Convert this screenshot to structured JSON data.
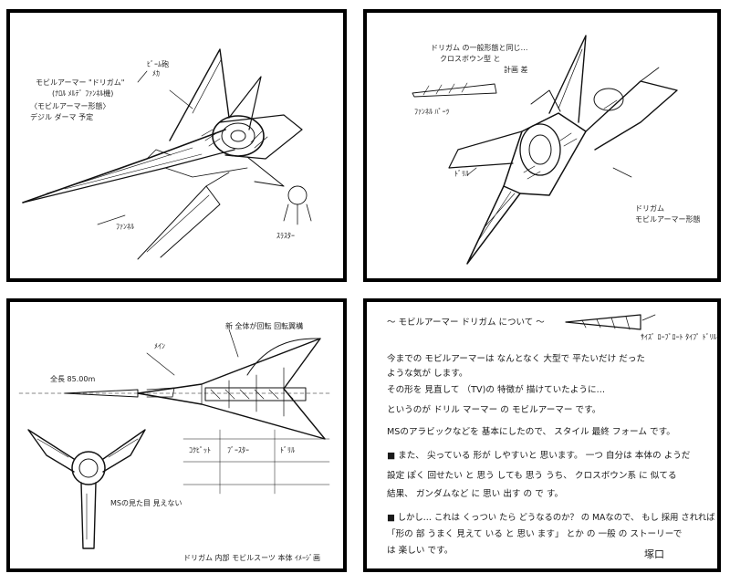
{
  "panel_top_left": {
    "notes": [
      "モビルアーマー \"ドリガム\"",
      "(ﾅﾛﾙ ﾒﾙﾃﾞ ﾌｧﾝﾈﾙ機)",
      "〈モビルアーマー形態〉",
      "デジル ダーマ 予定",
      "ﾋﾞｰﾑ砲",
      "ﾒｶ",
      "ﾌｧﾝﾈﾙ",
      "ｽﾗｽﾀｰ"
    ]
  },
  "panel_top_right": {
    "notes": [
      "ドリガム の一般形態と同じ…",
      "クロスボウン型 と",
      "計画 差",
      "ﾌｧﾝﾈﾙ ﾊﾟｰﾂ",
      "ﾄﾞﾘﾙ",
      "ドリガム",
      "モビルアーマー形態"
    ]
  },
  "panel_bottom_left": {
    "notes": [
      "全長 85.00m",
      "新 全体が回転 回転翼構",
      "ﾒｲﾝ",
      "ｺｸﾋﾟｯﾄ",
      "ﾌﾞｰｽﾀｰ",
      "ﾄﾞﾘﾙ",
      "MSの見た目 見えない",
      "ドリガム 内部 モビルスーツ 本体 ｲﾒｰｼﾞ画"
    ]
  },
  "panel_bottom_right": {
    "title": "〜 モビルアーマー ドリガム について 〜",
    "side_note": "ｻｲｽﾞ ﾛｰﾌﾞﾛｰﾄ ﾀｲﾌﾟ ﾄﾞﾘﾙ 等",
    "lines": [
      "今までの モビルアーマーは なんとなく 大型で 平たいだけ だった",
      "ような気が します。",
      "その形を 見直して （TV)の 特徴が 描けていたように…",
      "というのが ドリル マーマー の モビルアーマー です。",
      "MSのアラビックなどを 基本にしたので、 スタイル 最終 フォーム です。",
      "■ また、 尖っている 形が しやすいと 思います。 一つ 自分は 本体の ようだ",
      "設定 ぽく 回せたい と 思う しても 思う うち、 クロスボウン系 に 似てる",
      "結果、 ガンダムなど に 思い 出す の で す。",
      "■ しかし…  これは くっつい たら どうなるのか？ の MAなので、 もし 採用 されれば",
      "「形の 部 うまく 見えて いる と 思い ます」 とか の 一般 の ストーリーで",
      "は 楽しい です。"
    ],
    "signature": "塚口"
  }
}
